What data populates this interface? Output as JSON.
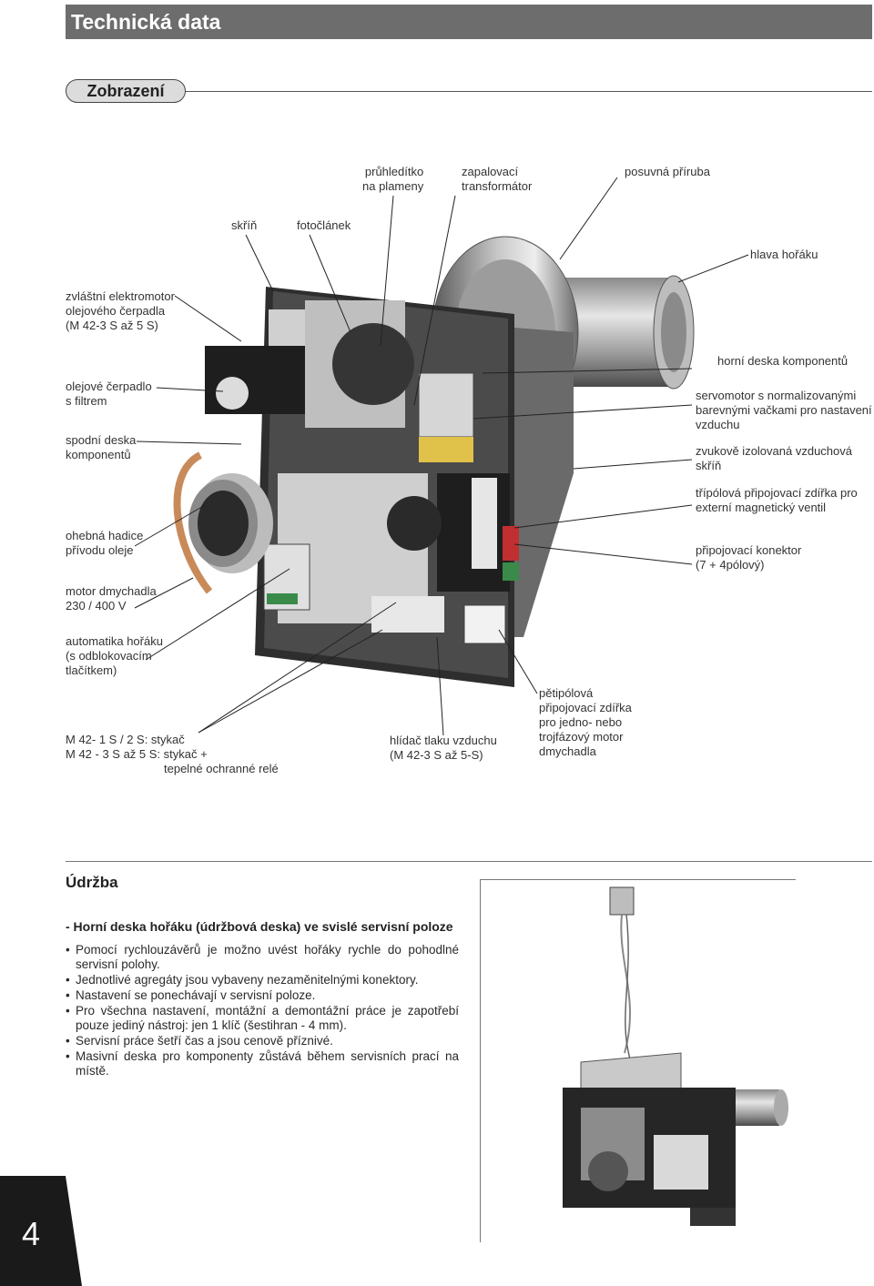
{
  "header": {
    "title": "Technická data"
  },
  "section": {
    "title": "Zobrazení"
  },
  "callouts": {
    "pruhleditko": "průhledítko\nna plameny",
    "zapalovaci": "zapalovací\ntransformátor",
    "posuvna": "posuvná příruba",
    "skrin": "skříň",
    "fotoclanek": "fotočlánek",
    "hlava": "hlava hořáku",
    "zvlastni": "zvláštní elektromotor\nolejového čerpadla\n(M 42-3 S až 5 S)",
    "horni_deska": "horní deska komponentů",
    "olejove": "olejové čerpadlo\ns filtrem",
    "servomotor": "servomotor s normalizovanými\nbarevnými vačkami pro nastavení\nvzduchu",
    "spodni": "spodní deska\nkomponentů",
    "zvukove": "zvukově izolovaná vzduchová\nskříň",
    "tripolova": "třípólová připojovací zdířka pro\nexterní magnetický ventil",
    "ohebna": "ohebná hadice\npřívodu oleje",
    "pripojovaci": "připojovací konektor\n(7 + 4pólový)",
    "motor": "motor dmychadla\n230 / 400 V",
    "automatika": "automatika hořáku\n(s odblokovacím\ntlačítkem)",
    "petipolova": "pětipólová\npřipojovací zdířka\npro jedno- nebo\ntrojfázový motor\ndmychadla",
    "stykac": "M 42- 1 S / 2 S: stykač\nM 42 - 3 S až 5 S: stykač +",
    "rele": "tepelné ochranné relé",
    "hlidac": "hlídač tlaku vzduchu\n(M 42-3 S až 5-S)"
  },
  "maintenance": {
    "title": "Údržba",
    "subtitle": "- Horní deska hořáku (údržbová deska) ve svislé servisní poloze",
    "bullet": "•",
    "items": [
      "Pomocí rychlouzávěrů je možno uvést hořáky rychle do pohodlné servisní polohy.",
      "Jednotlivé agregáty jsou vybaveny nezaměnitelnými konektory.",
      "Nastavení se ponechávají v servisní poloze.",
      "Pro všechna nastavení, montážní a demontážní práce je zapotřebí pouze jediný nástroj: jen 1 klíč (šestihran - 4 mm).",
      "Servisní práce šetří čas a jsou cenově příznivé.",
      "Masivní deska pro komponenty zůstává během servisních prací na místě."
    ]
  },
  "page": {
    "number": "4"
  },
  "colors": {
    "header_bg": "#6d6d6d",
    "pill_bg": "#dcdcdc",
    "corner": "#1a1a1a"
  }
}
